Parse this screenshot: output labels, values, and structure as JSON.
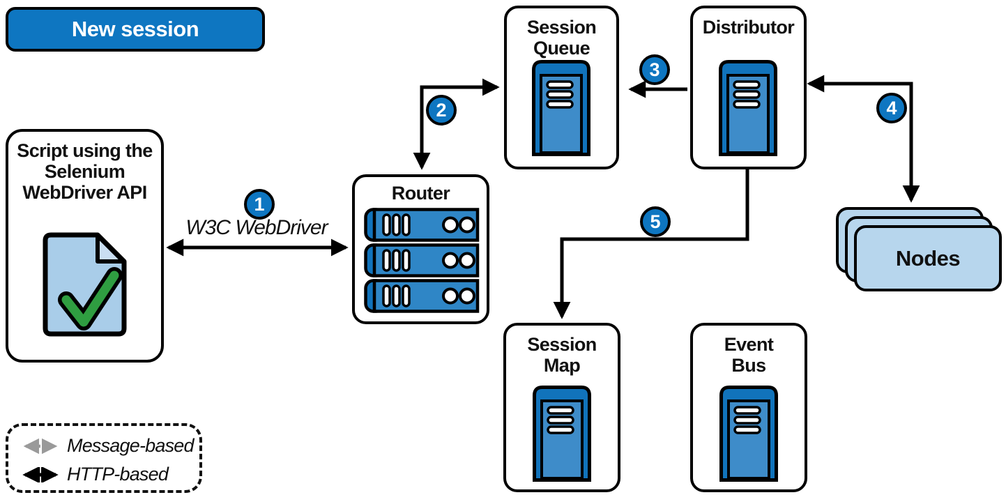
{
  "badge": {
    "label": "New session"
  },
  "boxes": {
    "script": {
      "lines": [
        "Script using the",
        "Selenium",
        "WebDriver API"
      ],
      "icon": "document-check-icon"
    },
    "router": {
      "title": "Router",
      "icon": "server-rack-icon"
    },
    "session_queue": {
      "lines": [
        "Session",
        "Queue"
      ],
      "icon": "server-tower-icon"
    },
    "distributor": {
      "title": "Distributor",
      "icon": "server-tower-icon"
    },
    "nodes": {
      "title": "Nodes"
    },
    "session_map": {
      "lines": [
        "Session",
        "Map"
      ],
      "icon": "server-tower-icon"
    },
    "event_bus": {
      "lines": [
        "Event",
        "Bus"
      ],
      "icon": "server-tower-icon"
    }
  },
  "steps": [
    {
      "num": "1",
      "label": "W3C WebDriver"
    },
    {
      "num": "2"
    },
    {
      "num": "3"
    },
    {
      "num": "4"
    },
    {
      "num": "5"
    }
  ],
  "legend": {
    "items": [
      {
        "label": "Message-based",
        "kind": "message-arrow"
      },
      {
        "label": "HTTP-based",
        "kind": "http-arrow"
      }
    ]
  },
  "colors": {
    "primary_blue": "#0e76c1",
    "server_panel_blue": "#3e8cc9",
    "server_rail_blue": "#1173bb",
    "router_body_blue": "#2f86c6",
    "nodes_light_blue": "#b7d6ed",
    "document_blue": "#a9cde9",
    "document_fold_blue": "#cadef1",
    "check_green": "#2f9e41",
    "legend_gray": "#9a9a9a",
    "outline_black": "#000000"
  }
}
